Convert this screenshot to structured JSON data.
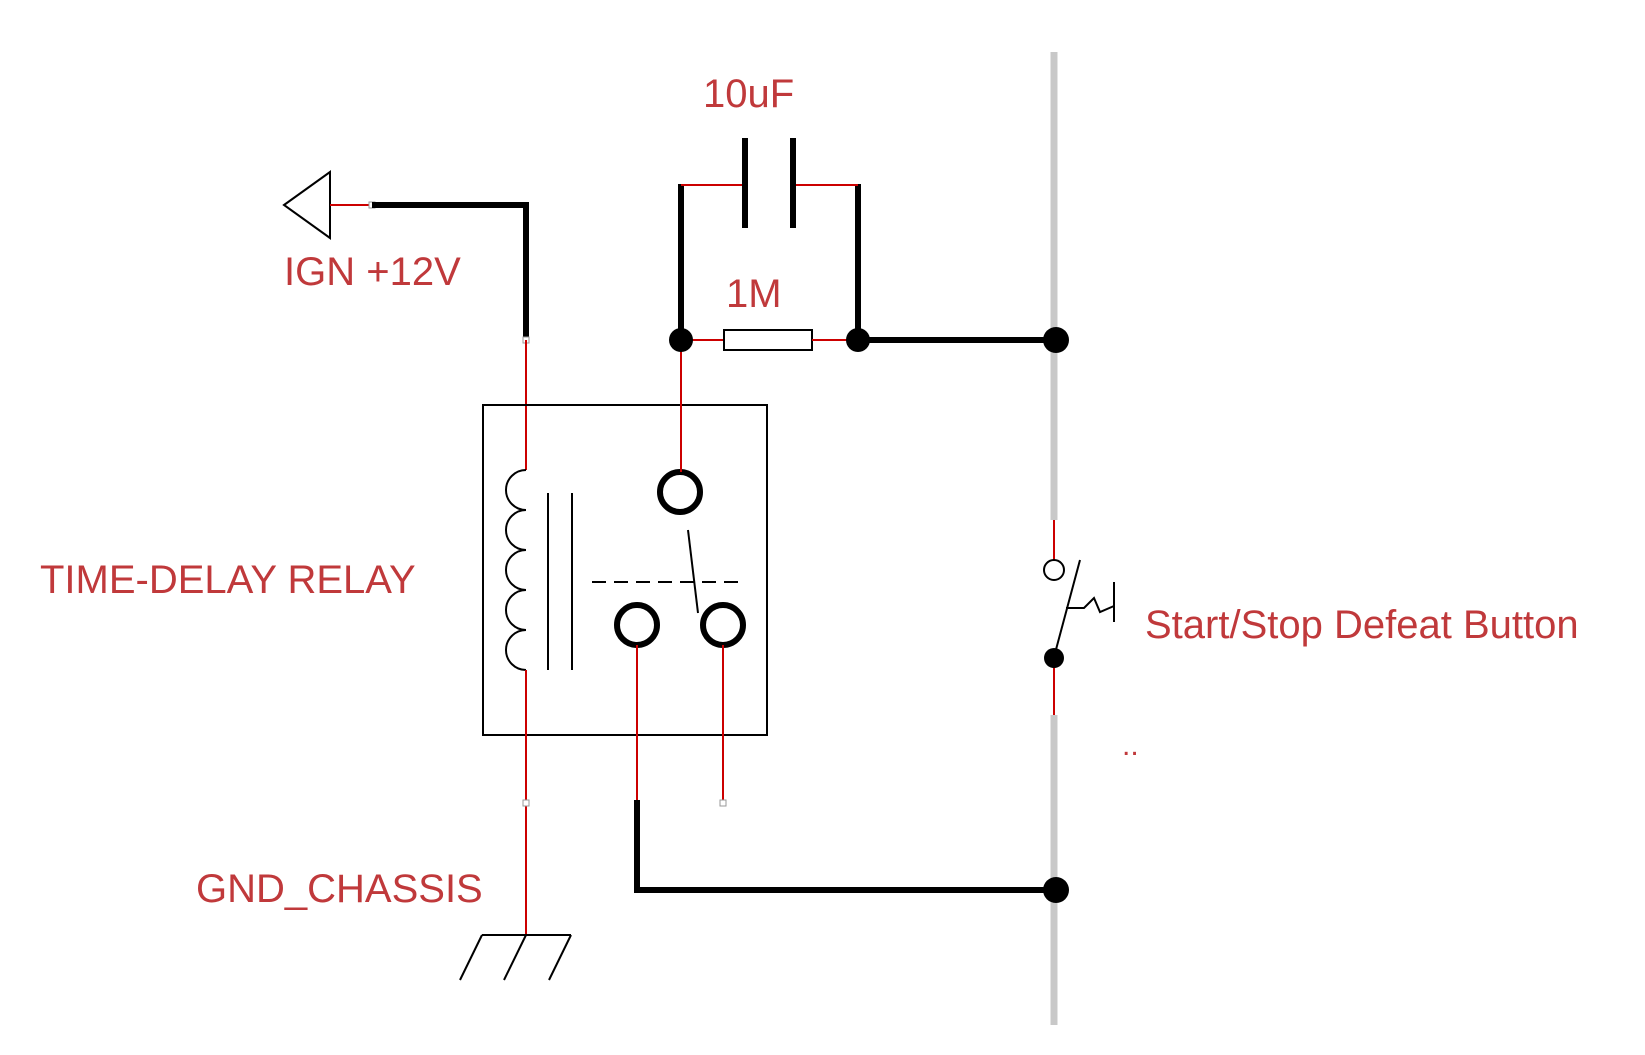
{
  "labels": {
    "capacitor": "10uF",
    "resistor": "1M",
    "supply": "IGN +12V",
    "relay": "TIME-DELAY RELAY",
    "ground": "GND_CHASSIS",
    "button": "Start/Stop Defeat Button",
    "dots": ".."
  },
  "colors": {
    "wire_thin": "#cc0000",
    "wire_bold": "#000000",
    "bus": "#c8c8c8",
    "label": "#c0393b",
    "outline": "#000000"
  },
  "icons": {
    "supply": "supply-arrow-icon",
    "ground": "chassis-ground-icon",
    "capacitor": "capacitor-icon",
    "resistor": "resistor-icon",
    "switch": "pushbutton-switch-icon",
    "relay": "relay-icon"
  }
}
